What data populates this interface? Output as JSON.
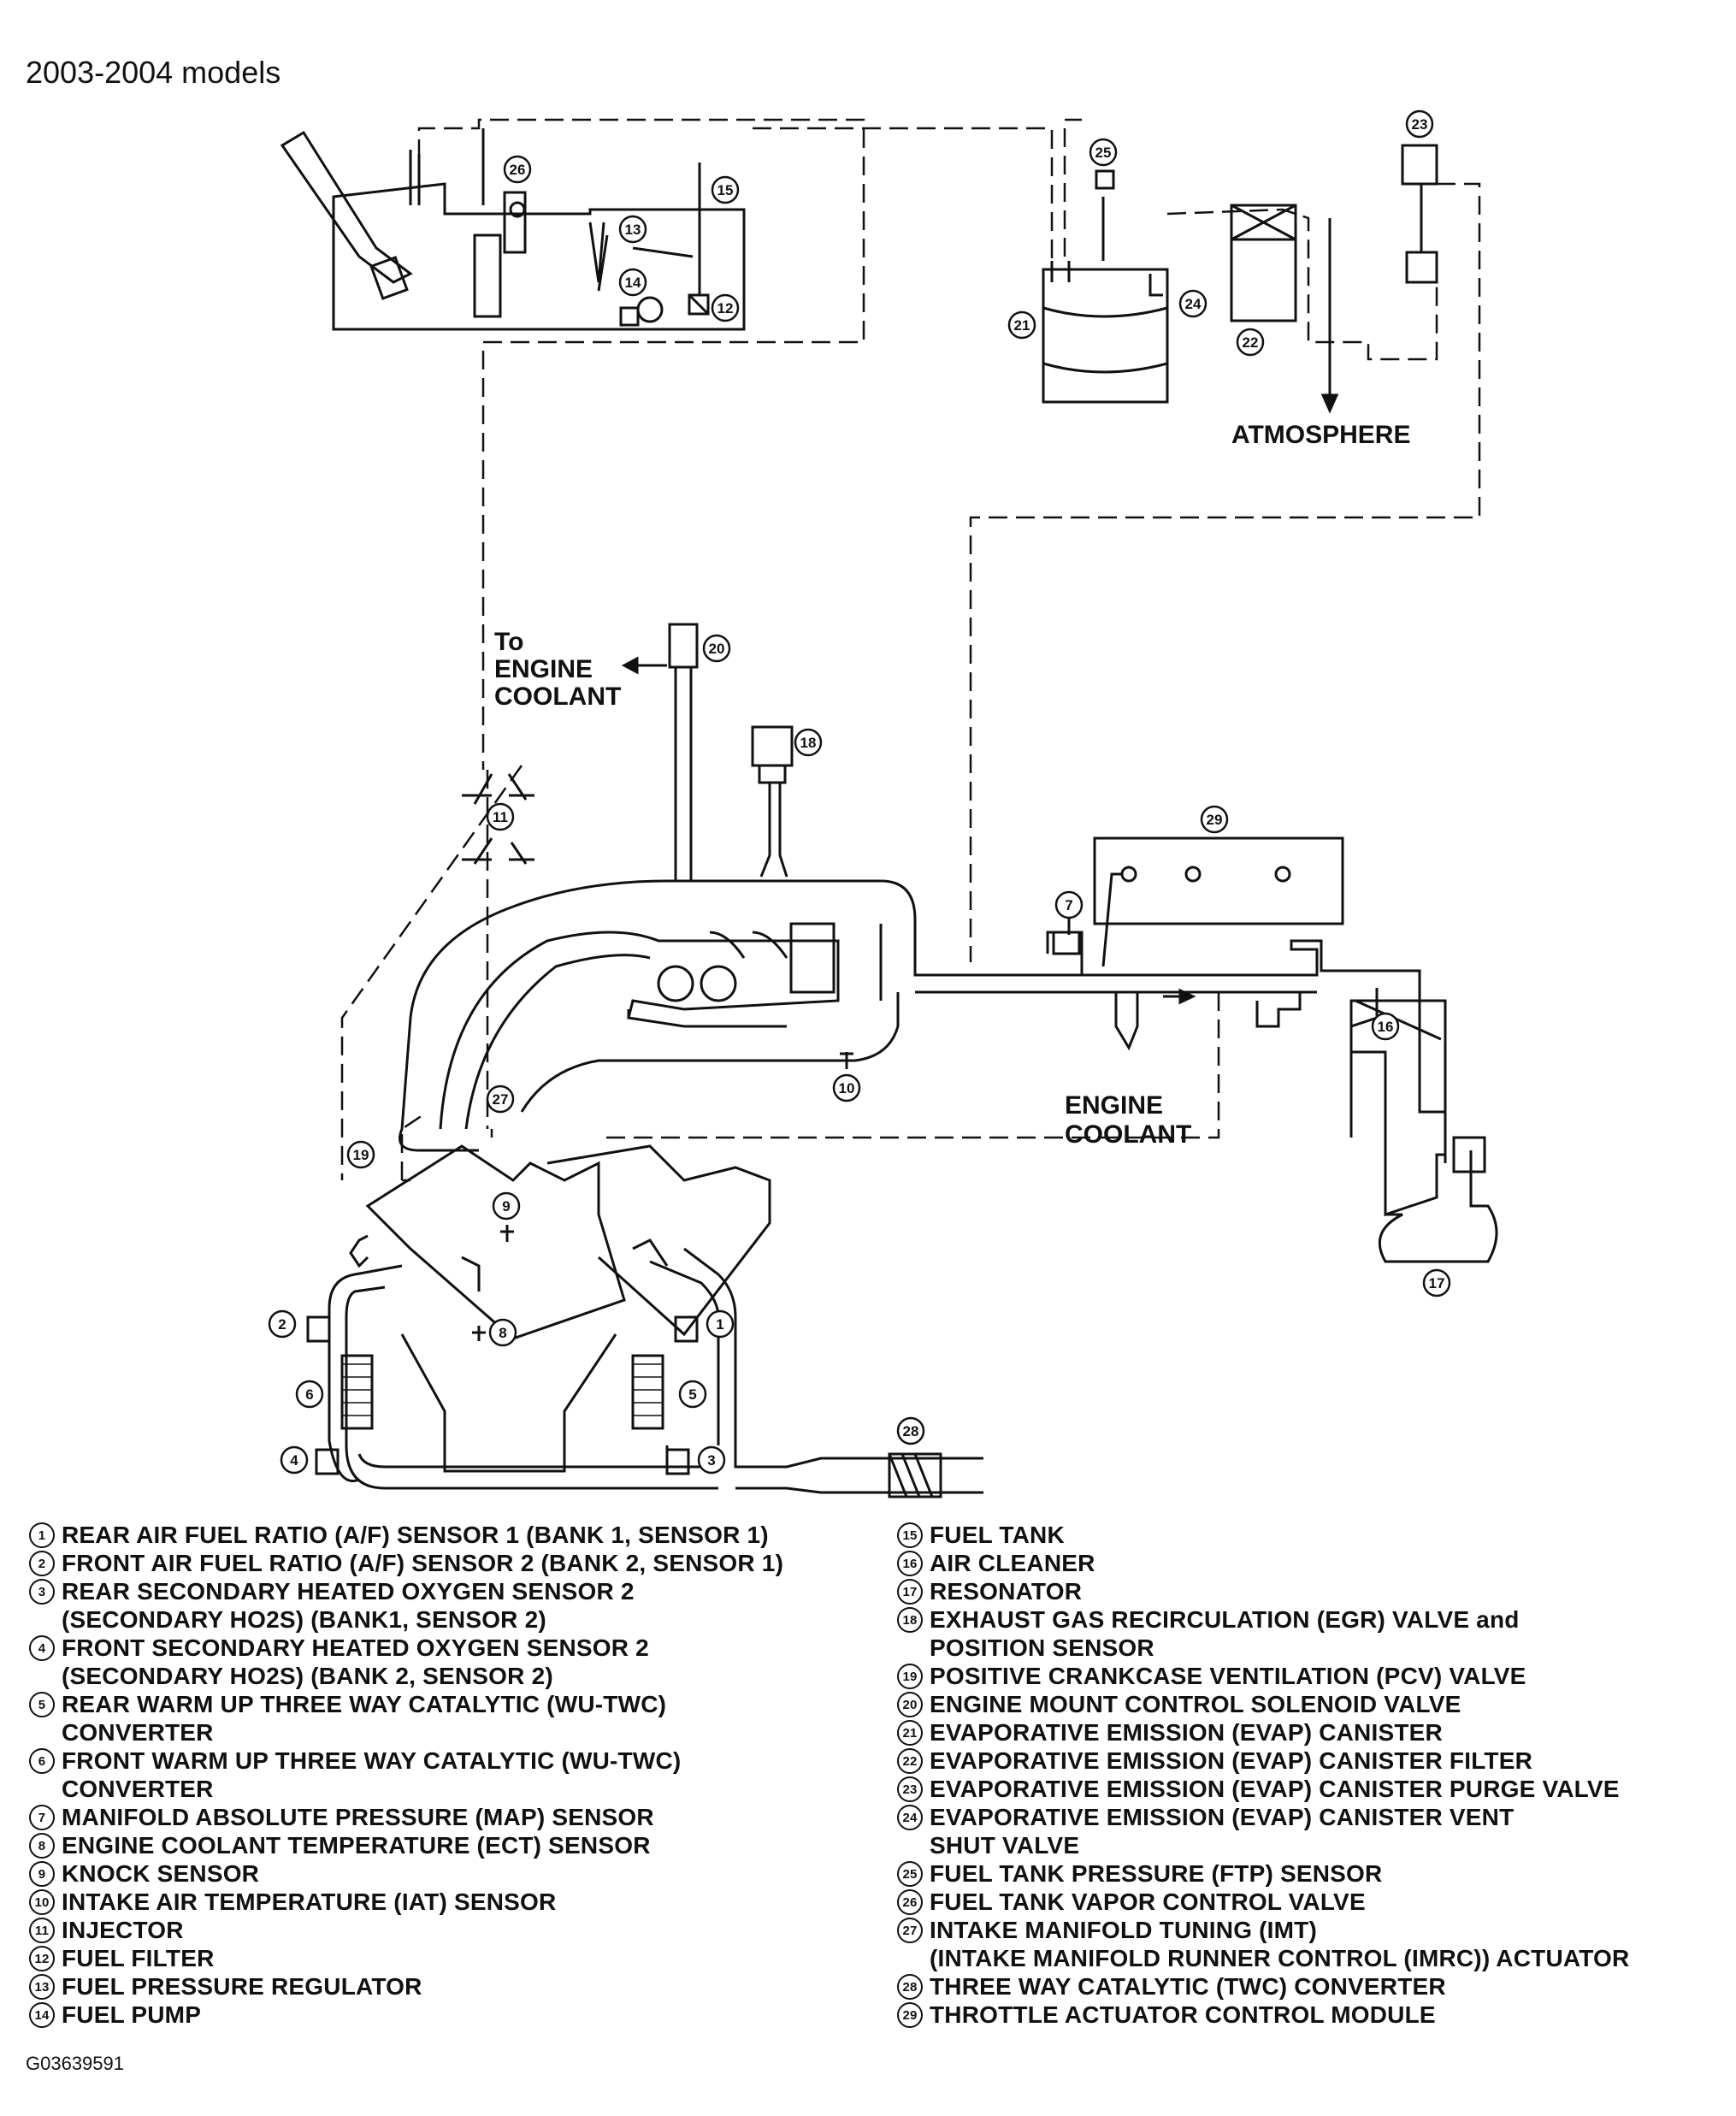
{
  "header": "2003-2004 models",
  "labels": {
    "atmosphere": "ATMOSPHERE",
    "to_engine_coolant_1": "To",
    "to_engine_coolant_2": "ENGINE",
    "to_engine_coolant_3": "COOLANT",
    "engine_coolant_1": "ENGINE",
    "engine_coolant_2": "COOLANT"
  },
  "callouts": [
    "1",
    "2",
    "3",
    "4",
    "5",
    "6",
    "7",
    "8",
    "9",
    "10",
    "11",
    "12",
    "13",
    "14",
    "15",
    "16",
    "17",
    "18",
    "19",
    "20",
    "21",
    "22",
    "23",
    "24",
    "25",
    "26",
    "27",
    "28",
    "29"
  ],
  "legend_left": [
    {
      "num": "1",
      "text": "REAR AIR FUEL RATIO (A/F) SENSOR 1 (BANK 1, SENSOR 1)"
    },
    {
      "num": "2",
      "text": "FRONT AIR FUEL RATIO (A/F) SENSOR 2 (BANK 2, SENSOR 1)"
    },
    {
      "num": "3",
      "text": "REAR SECONDARY HEATED OXYGEN SENSOR 2\n(SECONDARY HO2S) (BANK1, SENSOR 2)"
    },
    {
      "num": "4",
      "text": "FRONT SECONDARY HEATED OXYGEN SENSOR 2\n(SECONDARY HO2S) (BANK 2, SENSOR 2)"
    },
    {
      "num": "5",
      "text": "REAR WARM UP THREE WAY CATALYTIC (WU-TWC)\nCONVERTER"
    },
    {
      "num": "6",
      "text": "FRONT WARM UP THREE WAY CATALYTIC (WU-TWC)\nCONVERTER"
    },
    {
      "num": "7",
      "text": "MANIFOLD ABSOLUTE PRESSURE (MAP) SENSOR"
    },
    {
      "num": "8",
      "text": "ENGINE COOLANT TEMPERATURE (ECT) SENSOR"
    },
    {
      "num": "9",
      "text": "KNOCK SENSOR"
    },
    {
      "num": "10",
      "text": "INTAKE AIR TEMPERATURE (IAT) SENSOR"
    },
    {
      "num": "11",
      "text": "INJECTOR"
    },
    {
      "num": "12",
      "text": "FUEL FILTER"
    },
    {
      "num": "13",
      "text": "FUEL PRESSURE REGULATOR"
    },
    {
      "num": "14",
      "text": "FUEL PUMP"
    }
  ],
  "legend_right": [
    {
      "num": "15",
      "text": "FUEL TANK"
    },
    {
      "num": "16",
      "text": "AIR CLEANER"
    },
    {
      "num": "17",
      "text": "RESONATOR"
    },
    {
      "num": "18",
      "text": "EXHAUST GAS RECIRCULATION (EGR) VALVE and\nPOSITION SENSOR"
    },
    {
      "num": "19",
      "text": "POSITIVE CRANKCASE VENTILATION (PCV) VALVE"
    },
    {
      "num": "20",
      "text": "ENGINE MOUNT CONTROL SOLENOID VALVE"
    },
    {
      "num": "21",
      "text": "EVAPORATIVE EMISSION (EVAP) CANISTER"
    },
    {
      "num": "22",
      "text": "EVAPORATIVE EMISSION (EVAP) CANISTER FILTER"
    },
    {
      "num": "23",
      "text": "EVAPORATIVE EMISSION (EVAP) CANISTER PURGE VALVE"
    },
    {
      "num": "24",
      "text": "EVAPORATIVE EMISSION (EVAP) CANISTER VENT\nSHUT VALVE"
    },
    {
      "num": "25",
      "text": "FUEL TANK PRESSURE (FTP) SENSOR"
    },
    {
      "num": "26",
      "text": "FUEL TANK VAPOR CONTROL VALVE"
    },
    {
      "num": "27",
      "text": "INTAKE MANIFOLD TUNING (IMT)\n(INTAKE MANIFOLD RUNNER CONTROL (IMRC)) ACTUATOR"
    },
    {
      "num": "28",
      "text": "THREE WAY CATALYTIC (TWC) CONVERTER"
    },
    {
      "num": "29",
      "text": "THROTTLE ACTUATOR CONTROL MODULE"
    }
  ],
  "footer": "G03639591"
}
